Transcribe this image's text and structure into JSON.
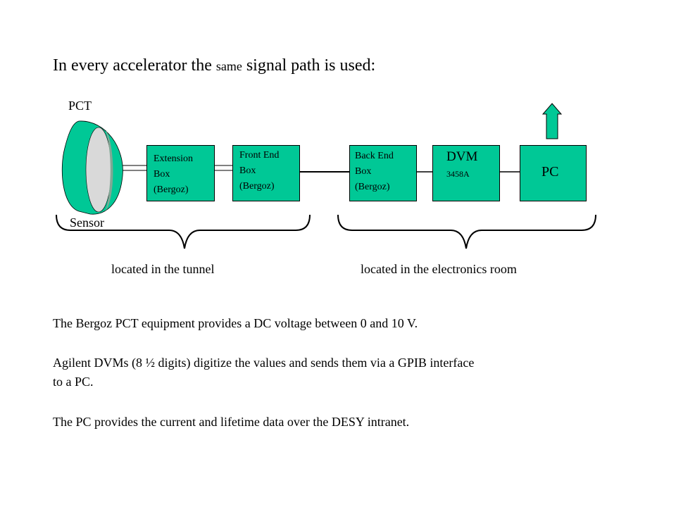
{
  "title": {
    "part1": "In every accelerator the ",
    "part2": "same",
    "part3": " signal path is used:"
  },
  "labels": {
    "pct": "PCT",
    "sensor": "Sensor",
    "tunnel": "located in the tunnel",
    "electronics_room": "located in the electronics room"
  },
  "boxes": {
    "extension": "Extension\nBox\n(Bergoz)",
    "front_end": "Front End\nBox\n(Bergoz)",
    "back_end": "Back End\nBox\n(Bergoz)",
    "dvm_title": "DVM",
    "dvm_model": "3458A",
    "pc": "PC"
  },
  "paragraphs": {
    "p1": "The Bergoz PCT equipment provides a DC voltage between 0 and 10 V.",
    "p2_line1": "Agilent DVMs (8 ½ digits) digitize the values and sends them via a GPIB interface",
    "p2_line2": "to a PC.",
    "p3": "The PC provides the current and lifetime data over the DESY intranet."
  },
  "colors": {
    "box_fill": "#00c896",
    "sensor_ring": "#00c896",
    "sensor_inner": "#d9d9d9",
    "sensor_shade": "#7fa895"
  }
}
